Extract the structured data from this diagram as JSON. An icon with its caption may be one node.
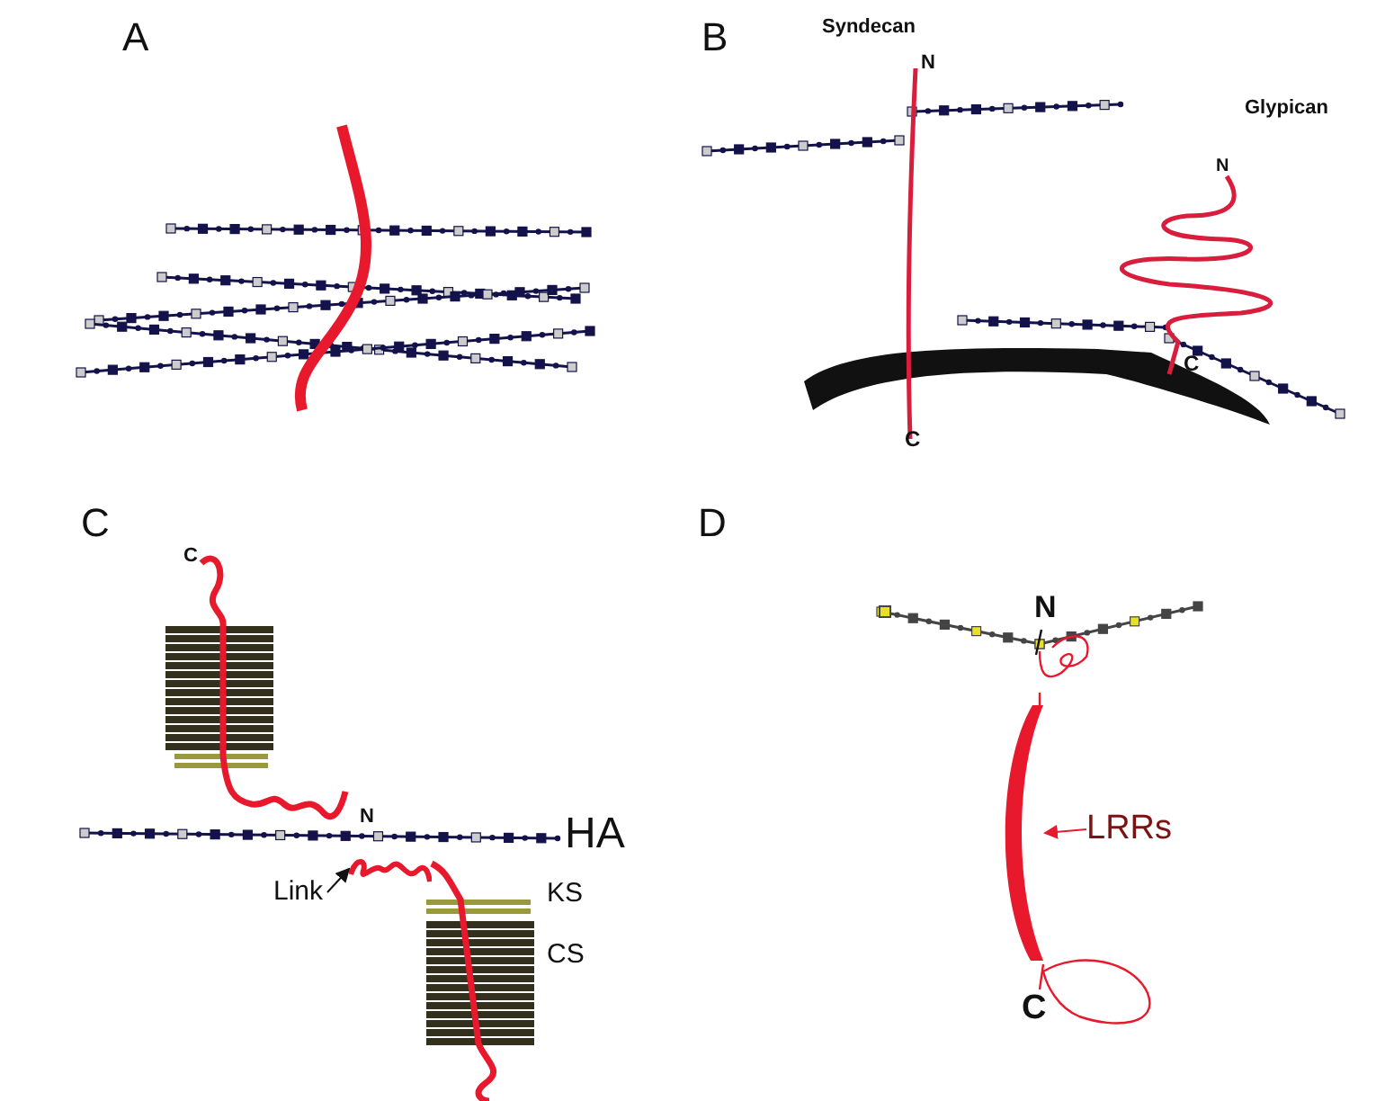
{
  "diagram": {
    "nodes": [
      {
        "text": [
          "Link"
        ]
      },
      {
        "text": [],
        "shape": "picture"
      },
      {
        "text": [
          "LRRs"
        ]
      },
      {
        "text": [],
        "shape": "bar"
      }
    ],
    "edges": [
      {
        "from": 0,
        "to": 1,
        "arrow": "to"
      },
      {
        "from": 2,
        "to": 3,
        "arrow": "to",
        "color": "#e8192c"
      }
    ],
    "labels": [
      "A",
      "B",
      "Syndecan",
      "N",
      "Glypican",
      "N",
      "C",
      "C",
      "C",
      "D",
      "C",
      "N",
      "HA",
      "KS",
      "CS",
      "N",
      "C"
    ]
  }
}
